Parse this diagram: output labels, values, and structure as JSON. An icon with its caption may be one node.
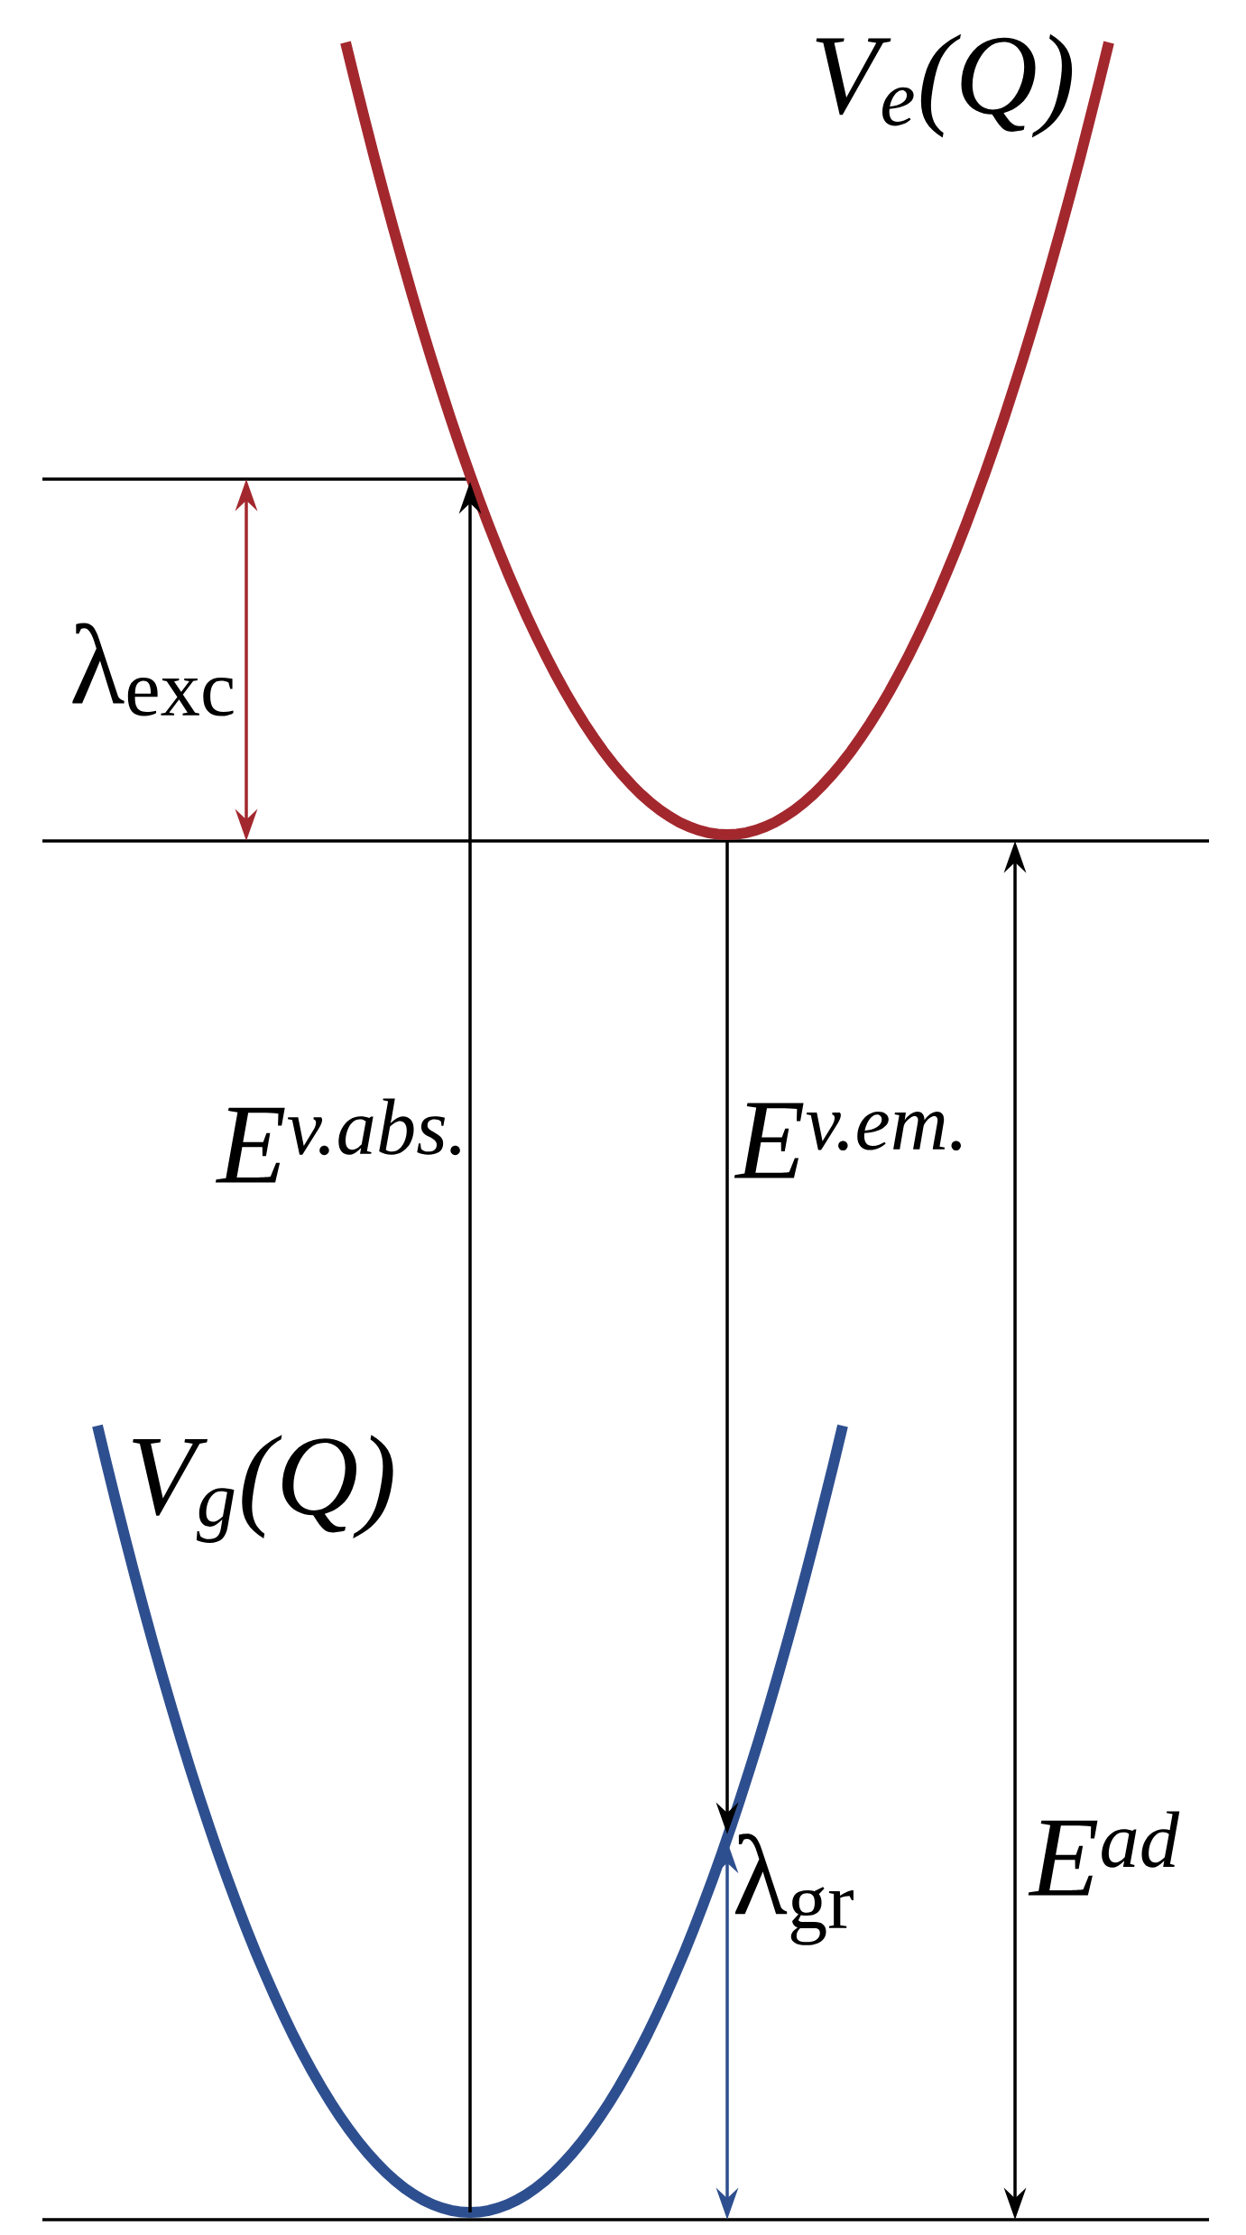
{
  "diagram": {
    "labels": [
      "V$_{e}$(Q)",
      "λ$_{exc}$",
      "E$^{v.abs.}$",
      "E$^{v.em.}$",
      "V$_{g}$(Q)",
      "λ$_{gr}$",
      "E$^{ad}$"
    ]
  }
}
